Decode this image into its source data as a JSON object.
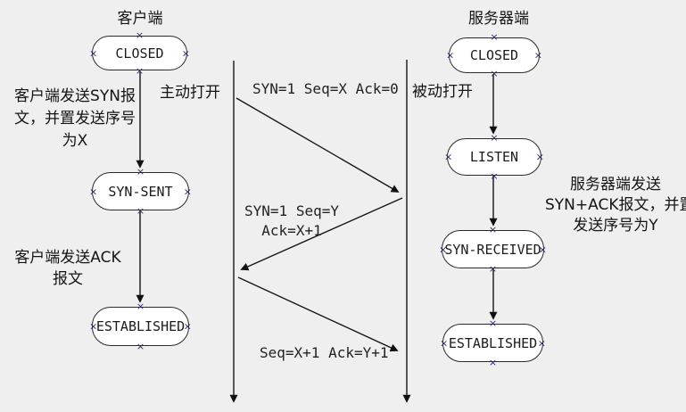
{
  "diagram": {
    "client": {
      "title": "客户端",
      "open_label": "主动打开",
      "states": [
        "CLOSED",
        "SYN-SENT",
        "ESTABLISHED"
      ],
      "notes": [
        {
          "lines": [
            "客户端发送SYN报",
            "文，并置发送序号",
            "为X"
          ]
        },
        {
          "lines": [
            "客户端发送ACK",
            "报文"
          ]
        }
      ]
    },
    "server": {
      "title": "服务器端",
      "open_label": "被动打开",
      "states": [
        "CLOSED",
        "LISTEN",
        "SYN-RECEIVED",
        "ESTABLISHED"
      ],
      "notes": [
        {
          "lines": [
            "服务器端发送",
            "SYN+ACK报文，并置",
            "发送序号为Y"
          ]
        }
      ]
    },
    "messages": [
      {
        "lines": [
          "SYN=1 Seq=X Ack=0"
        ]
      },
      {
        "lines": [
          "SYN=1 Seq=Y",
          "Ack=X+1"
        ]
      },
      {
        "lines": [
          "Seq=X+1 Ack=Y+1"
        ]
      }
    ]
  },
  "icons": {
    "connection_point": "×"
  },
  "colors": {
    "background": "#efefef",
    "node_fill": "#ffffff",
    "stroke": "#1a1a1a",
    "connection_point": "#2a2a66"
  }
}
